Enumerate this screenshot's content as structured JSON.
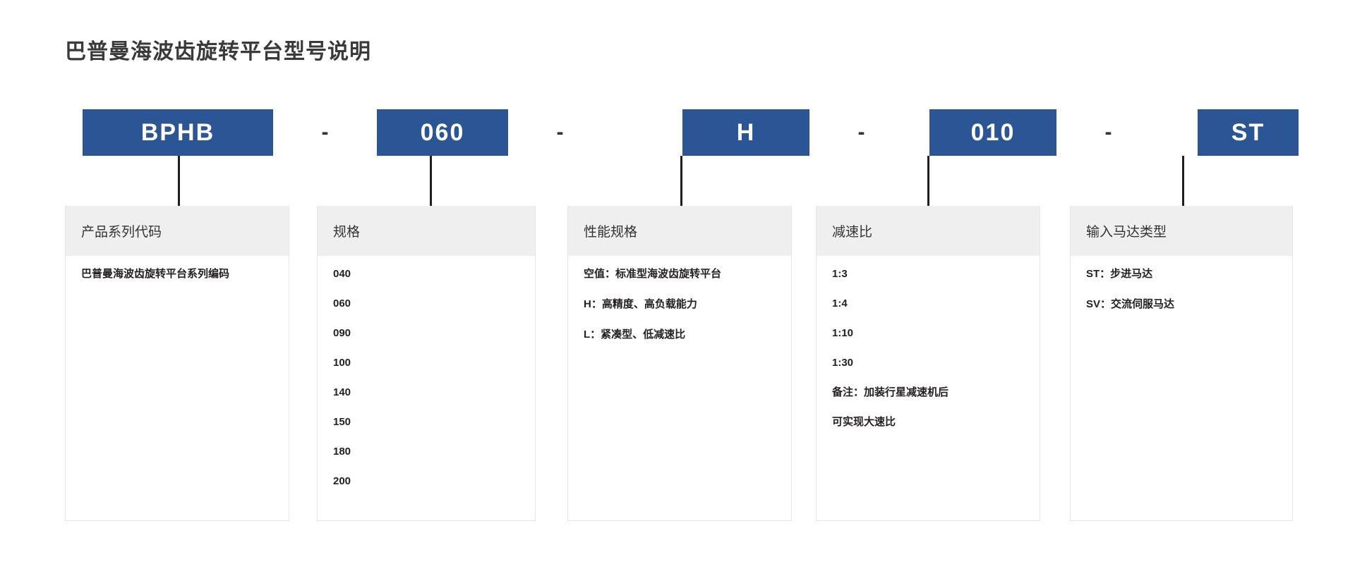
{
  "header": {
    "title": "巴普曼海波齿旋转平台型号说明"
  },
  "theme": {
    "accent_blue": "#2c5596",
    "header_gray": "#efefef",
    "text_dark": "#231f20",
    "border_gray": "#e4e4e4"
  },
  "code_strip": {
    "separator": "-",
    "segments": [
      {
        "value": "BPHB"
      },
      {
        "value": "060"
      },
      {
        "value": "H"
      },
      {
        "value": "010"
      },
      {
        "value": "ST"
      }
    ]
  },
  "columns": [
    {
      "heading": "产品系列代码",
      "lines": [
        "巴普曼海波齿旋转平台系列编码"
      ]
    },
    {
      "heading": "规格",
      "lines": [
        "040",
        "060",
        "090",
        "100",
        "140",
        "150",
        "180",
        "200"
      ]
    },
    {
      "heading": "性能规格",
      "lines": [
        "空值：标准型海波齿旋转平台",
        "H：高精度、高负载能力",
        "L：紧凑型、低减速比"
      ]
    },
    {
      "heading": "减速比",
      "lines": [
        "1:3",
        "1:4",
        "1:10",
        "1:30",
        "备注：加装行星减速机后",
        "可实现大速比"
      ]
    },
    {
      "heading": "输入马达类型",
      "lines": [
        "ST：步进马达",
        "SV：交流伺服马达"
      ]
    }
  ]
}
